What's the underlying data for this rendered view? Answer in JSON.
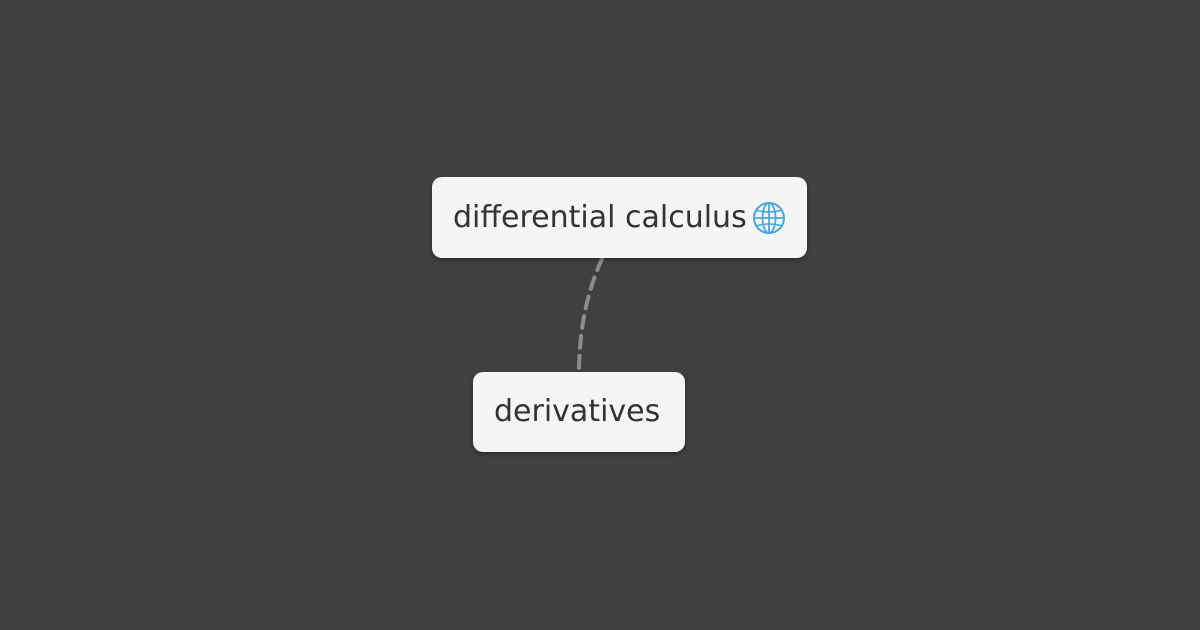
{
  "nodes": {
    "root": {
      "label": "differential calculus",
      "icon": "globe-icon",
      "icon_color": "#4aa8d8"
    },
    "child": {
      "label": "derivatives"
    }
  },
  "edges": [
    {
      "from": "differential calculus",
      "to": "derivatives",
      "style": "dashed",
      "color": "#8c8c8c"
    }
  ],
  "colors": {
    "background": "#404040",
    "node_fill": "#f5f5f5",
    "node_text": "#333333"
  }
}
